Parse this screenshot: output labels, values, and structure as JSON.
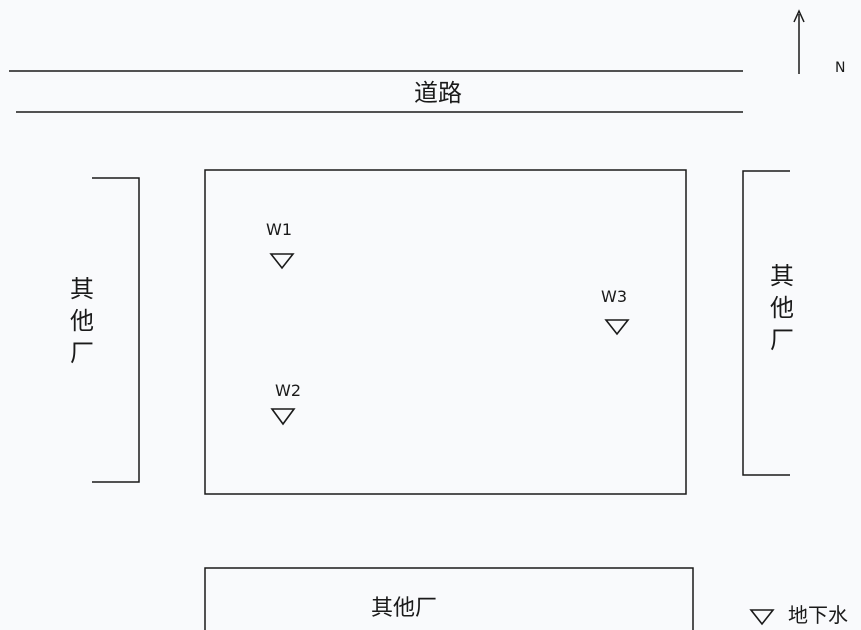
{
  "north": {
    "label": "N"
  },
  "road": {
    "label": "道路"
  },
  "neighbors": {
    "west": [
      "其",
      "他",
      "厂"
    ],
    "east": [
      "其",
      "他",
      "厂"
    ],
    "south": "其他厂"
  },
  "wells": [
    {
      "id": "W1"
    },
    {
      "id": "W2"
    },
    {
      "id": "W3"
    }
  ],
  "legend": {
    "label": "地下水"
  },
  "colors": {
    "background": "#f9fafc",
    "stroke": "#1a1a1a"
  }
}
